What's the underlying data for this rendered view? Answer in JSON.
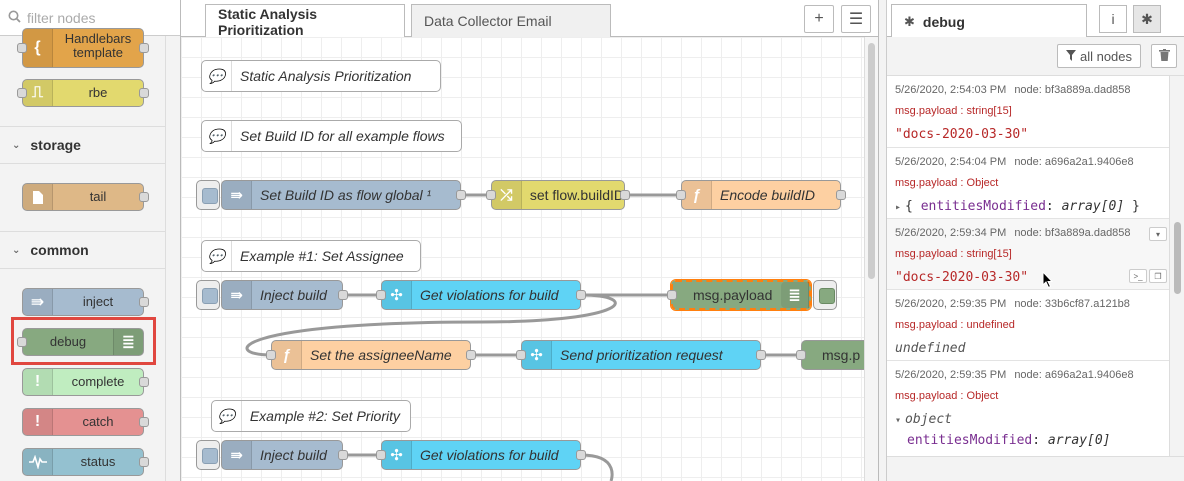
{
  "palette": {
    "filter_placeholder": "filter nodes",
    "nodes_top": [
      {
        "label": "template",
        "label_top": "Handlebars",
        "color": "#e2a44a"
      },
      {
        "label": "rbe",
        "color": "#e2d96e"
      }
    ],
    "categories": {
      "storage": "storage",
      "common": "common"
    },
    "storage_nodes": [
      {
        "label": "tail",
        "color": "#deb887"
      }
    ],
    "common_nodes": [
      {
        "label": "inject",
        "color": "#a6bbcf"
      },
      {
        "label": "debug",
        "color": "#87a980"
      },
      {
        "label": "complete",
        "color": "#c0edc0"
      },
      {
        "label": "catch",
        "color": "#e49191"
      },
      {
        "label": "status",
        "color": "#94c1d0"
      }
    ]
  },
  "workspace": {
    "tabs": [
      "Static Analysis Prioritization",
      "Data Collector Email"
    ],
    "add_tab_label": "+",
    "list_tabs_label": "☰",
    "comments": [
      "Static Analysis Prioritization",
      "Set Build ID for all example flows",
      "Example #1: Set Assignee",
      "Example #2: Set Priority"
    ],
    "nodes": {
      "set_build_id": "Set Build ID as flow global ¹",
      "set_flow_buildid": "set flow.buildID",
      "encode_buildid": "Encode buildID",
      "inject_build_1": "Inject build",
      "get_violations_1": "Get violations for build",
      "msg_payload": "msg.payload",
      "set_assignee": "Set the assigneeName",
      "send_prioritization": "Send prioritization request",
      "msg_payload_2": "msg.p",
      "inject_build_2": "Inject build",
      "get_violations_2": "Get violations for build"
    },
    "colors": {
      "inject": "#a6bbcf",
      "change": "#e2d96e",
      "function": "#fdd0a2",
      "link": "#5fd3f5",
      "debug": "#87a980"
    }
  },
  "sidebar": {
    "tab_label": "debug",
    "info_icon": "i",
    "filter_label": "all nodes",
    "messages": [
      {
        "time": "5/26/2020, 2:54:03 PM",
        "node": "node: bf3a889a.dad858",
        "type": "msg.payload : string[15]",
        "value": "\"docs-2020-03-30\""
      },
      {
        "time": "5/26/2020, 2:54:04 PM",
        "node": "node: a696a2a1.9406e8",
        "type": "msg.payload : Object",
        "value_key": "entitiesModified",
        "value_type": "array[0]"
      },
      {
        "time": "5/26/2020, 2:59:34 PM",
        "node": "node: bf3a889a.dad858",
        "type": "msg.payload : string[15]",
        "value": "\"docs-2020-03-30\""
      },
      {
        "time": "5/26/2020, 2:59:35 PM",
        "node": "node: 33b6cf87.a121b8",
        "type": "msg.payload : undefined",
        "value": "undefined"
      },
      {
        "time": "5/26/2020, 2:59:35 PM",
        "node": "node: a696a2a1.9406e8",
        "type": "msg.payload : Object",
        "value_label": "object",
        "value_key": "entitiesModified",
        "value_type": "array[0]"
      }
    ]
  }
}
